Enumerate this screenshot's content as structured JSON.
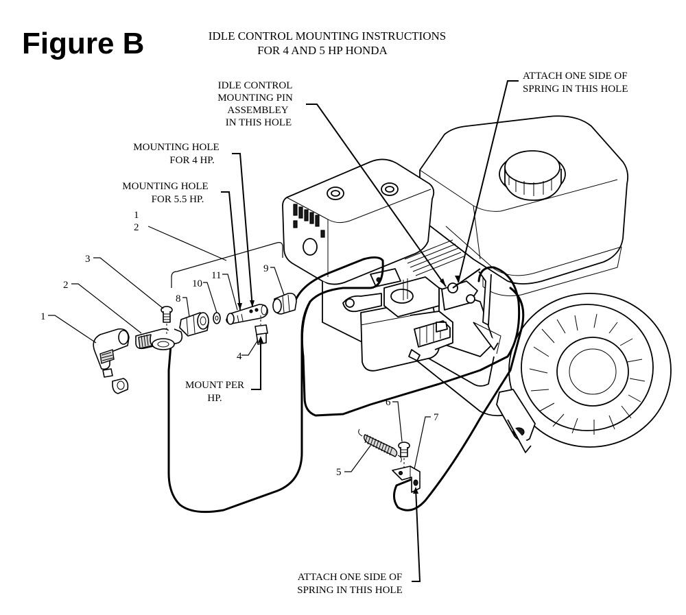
{
  "figure_label": "Figure B",
  "title": {
    "line1": "IDLE CONTROL MOUNTING INSTRUCTIONS",
    "line2": "FOR 4 AND 5 HP HONDA"
  },
  "callouts": {
    "pin_assembly": [
      "IDLE CONTROL",
      "MOUNTING PIN",
      "ASSEMBLEY",
      "IN THIS HOLE"
    ],
    "spring_top": [
      "ATTACH ONE SIDE OF",
      "SPRING IN THIS HOLE"
    ],
    "hole_4hp": [
      "MOUNTING HOLE",
      "FOR 4 HP."
    ],
    "hole_55hp": [
      "MOUNTING HOLE",
      "FOR 5.5 HP."
    ],
    "mount_per_hp": [
      "MOUNT PER",
      "HP."
    ],
    "spring_bottom": [
      "ATTACH ONE SIDE OF",
      "SPRING IN THIS HOLE"
    ]
  },
  "part_numbers": {
    "p1": "1",
    "p2": "2",
    "p3": "3",
    "p4": "4",
    "p5": "5",
    "p6": "6",
    "p7": "7",
    "p8": "8",
    "p9": "9",
    "p10": "10",
    "p11": "11",
    "group_top": "1",
    "group_bottom": "2"
  }
}
